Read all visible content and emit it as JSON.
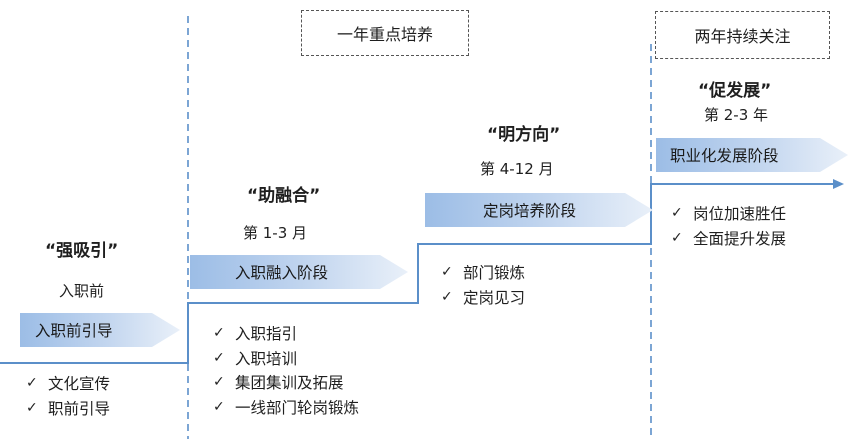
{
  "periods": {
    "year_one": "一年重点培养",
    "year_two_three": "两年持续关注"
  },
  "stages": [
    {
      "title": "“强吸引”",
      "time": "入职前",
      "arrow_label": "入职前引导",
      "items": [
        "文化宣传",
        "职前引导"
      ]
    },
    {
      "title": "“助融合”",
      "time": "第 1-3 月",
      "arrow_label": "入职融入阶段",
      "items": [
        "入职指引",
        "入职培训",
        "集团集训及拓展",
        "一线部门轮岗锻炼"
      ]
    },
    {
      "title": "“明方向”",
      "time": "第 4-12 月",
      "arrow_label": "定岗培养阶段",
      "items": [
        "部门锻炼",
        "定岗见习"
      ]
    },
    {
      "title": "“促发展”",
      "time": "第 2-3 年",
      "arrow_label": "职业化发展阶段",
      "items": [
        "岗位加速胜任",
        "全面提升发展"
      ]
    }
  ],
  "check_symbol": "✓",
  "colors": {
    "line": "#5b8fc9",
    "arrow_start": "#9cbde6",
    "arrow_end": "#e9f0f9"
  }
}
